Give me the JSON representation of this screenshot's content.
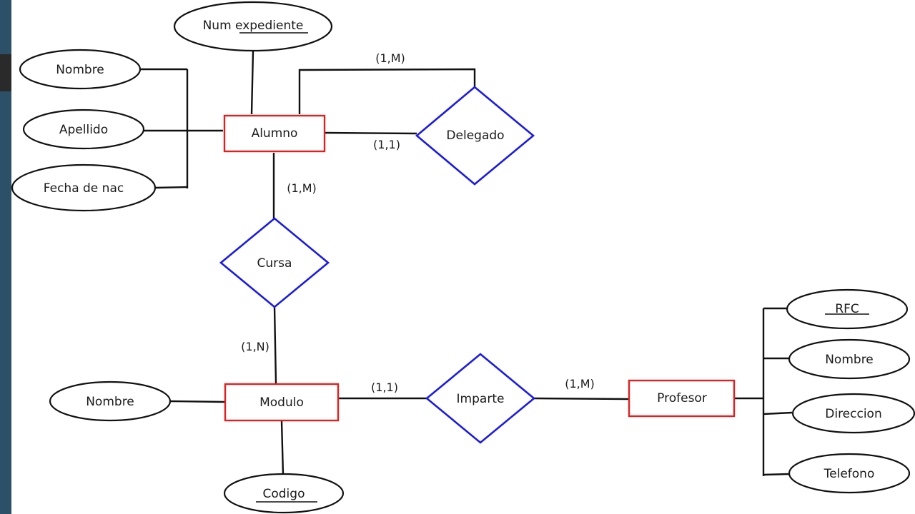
{
  "entities": {
    "alumno": "Alumno",
    "modulo": "Modulo",
    "profesor": "Profesor"
  },
  "relationships": {
    "delegado": "Delegado",
    "cursa": "Cursa",
    "imparte": "Imparte"
  },
  "attributes": {
    "alumno": {
      "num_expediente": "Num expediente",
      "nombre": "Nombre",
      "apellido": "Apellido",
      "fecha_nac": "Fecha de nac"
    },
    "modulo": {
      "nombre": "Nombre",
      "codigo": "Codigo"
    },
    "profesor": {
      "rfc": "RFC",
      "nombre": "Nombre",
      "direccion": "Direccion",
      "telefono": "Telefono"
    }
  },
  "cardinalities": {
    "delegado_top": "(1,M)",
    "delegado_side": "(1,1)",
    "cursa_alumno": "(1,M)",
    "cursa_modulo": "(1,N)",
    "imparte_modulo": "(1,1)",
    "imparte_profesor": "(1,M)"
  },
  "colors": {
    "entity_border": "#e02020",
    "relationship_border": "#1a1ae6",
    "line": "#111111",
    "left_strip": "#2c5068"
  }
}
